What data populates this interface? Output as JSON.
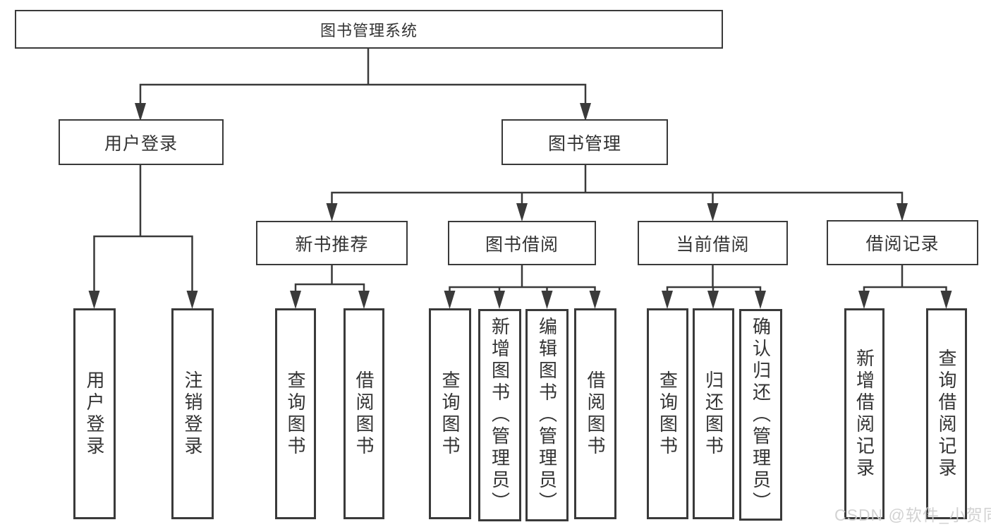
{
  "colors": {
    "line": "#3a3a3a",
    "box_border": "#3a3a3a",
    "text": "#333333",
    "background": "#ffffff",
    "watermark": "#cfcfcf"
  },
  "watermark": {
    "text": "CSDN @软件_小贺同学"
  },
  "hierarchy": {
    "root": {
      "label": "图书管理系统",
      "children": [
        {
          "label": "用户登录",
          "children": [
            {
              "label": "用户登录"
            },
            {
              "label": "注销登录"
            }
          ]
        },
        {
          "label": "图书管理",
          "children": [
            {
              "label": "新书推荐",
              "children": [
                {
                  "label": "查询图书"
                },
                {
                  "label": "借阅图书"
                }
              ]
            },
            {
              "label": "图书借阅",
              "children": [
                {
                  "label": "查询图书"
                },
                {
                  "label": "新增图书（管理员）"
                },
                {
                  "label": "编辑图书（管理员）"
                },
                {
                  "label": "借阅图书"
                }
              ]
            },
            {
              "label": "当前借阅",
              "children": [
                {
                  "label": "查询图书"
                },
                {
                  "label": "归还图书"
                },
                {
                  "label": "确认归还（管理员）"
                }
              ]
            },
            {
              "label": "借阅记录",
              "children": [
                {
                  "label": "新增借阅记录"
                },
                {
                  "label": "查询借阅记录"
                }
              ]
            }
          ]
        }
      ]
    }
  }
}
